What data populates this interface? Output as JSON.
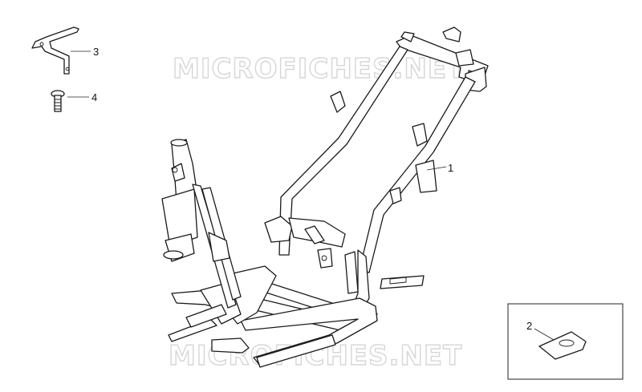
{
  "watermark": {
    "top": "MICROFICHES.NET",
    "bottom": "MICROFICHES.NET"
  },
  "callouts": {
    "frame": "1",
    "plate": "2",
    "bracket": "3",
    "screw": "4"
  }
}
